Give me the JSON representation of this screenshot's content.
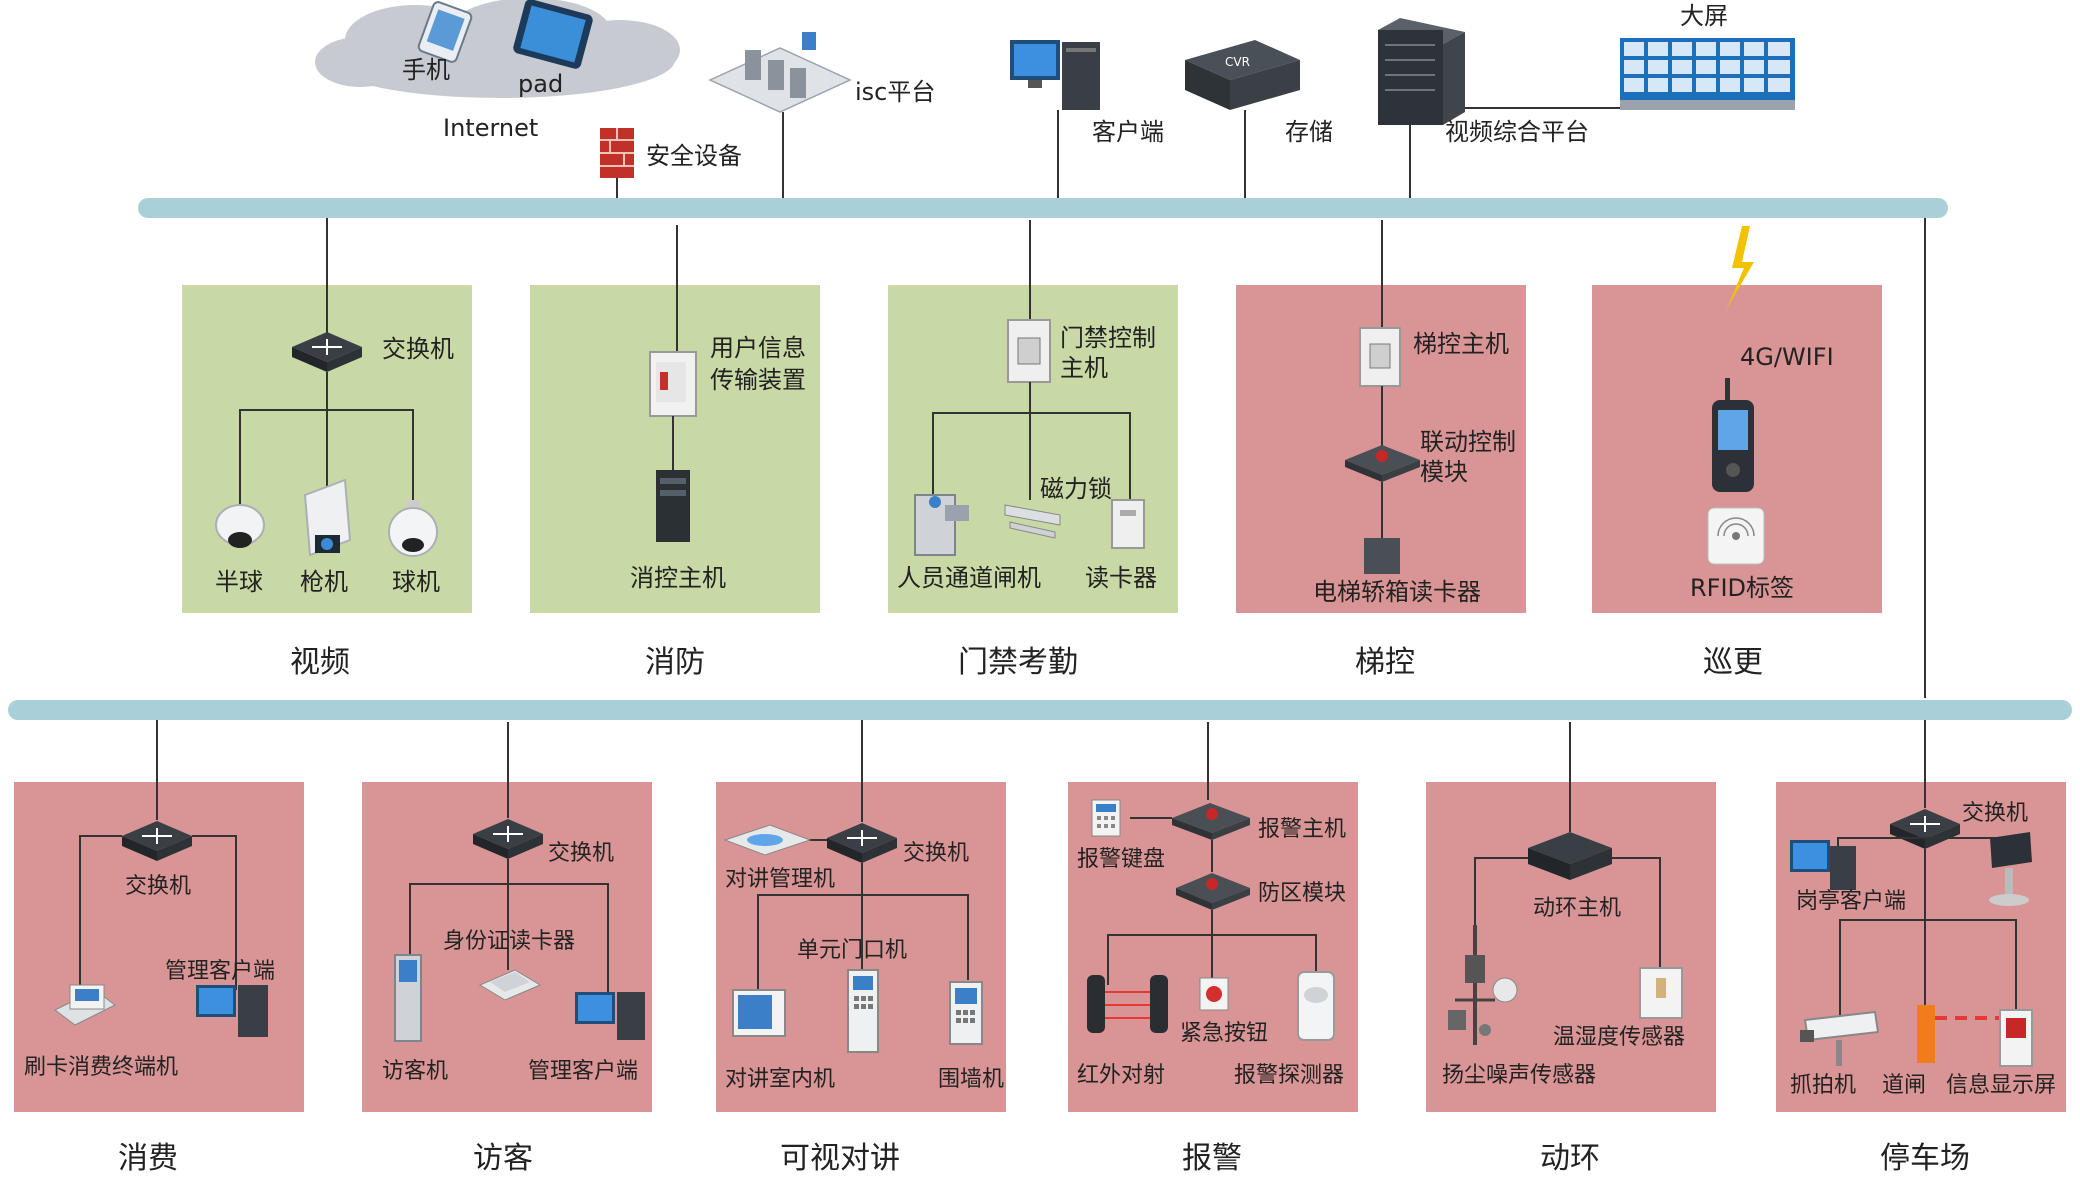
{
  "top": {
    "phone": "手机",
    "pad": "pad",
    "internet": "Internet",
    "isc": "isc平台",
    "security": "安全设备",
    "client": "客户端",
    "storage": "存储",
    "cvr": "CVR",
    "video_platform": "视频综合平台",
    "big_screen": "大屏"
  },
  "row1": {
    "video": {
      "caption": "视频",
      "switch": "交换机",
      "dome_half": "半球",
      "bullet": "枪机",
      "ptz": "球机"
    },
    "fire": {
      "caption": "消防",
      "transmitter_line1": "用户信息",
      "transmitter_line2": "传输装置",
      "host": "消控主机"
    },
    "access": {
      "caption": "门禁考勤",
      "controller_line1": "门禁控制",
      "controller_line2": "主机",
      "maglock": "磁力锁",
      "gate": "人员通道闸机",
      "reader": "读卡器"
    },
    "elevator": {
      "caption": "梯控",
      "host": "梯控主机",
      "module_line1": "联动控制",
      "module_line2": "模块",
      "reader": "电梯轿箱读卡器"
    },
    "patrol": {
      "caption": "巡更",
      "wireless": "4G/WIFI",
      "rfid": "RFID标签"
    }
  },
  "row2": {
    "consume": {
      "caption": "消费",
      "switch": "交换机",
      "client": "管理客户端",
      "terminal": "刷卡消费终端机"
    },
    "visitor": {
      "caption": "访客",
      "switch": "交换机",
      "idreader": "身份证读卡器",
      "kiosk": "访客机",
      "client": "管理客户端"
    },
    "intercom": {
      "caption": "可视对讲",
      "switch": "交换机",
      "manager": "对讲管理机",
      "unit": "单元门口机",
      "indoor": "对讲室内机",
      "wall": "围墙机"
    },
    "alarm": {
      "caption": "报警",
      "host": "报警主机",
      "keypad": "报警键盘",
      "zone": "防区模块",
      "ir": "红外对射",
      "button": "紧急按钮",
      "detector": "报警探测器"
    },
    "env": {
      "caption": "动环",
      "host": "动环主机",
      "th": "温湿度传感器",
      "dust": "扬尘噪声传感器"
    },
    "parking": {
      "caption": "停车场",
      "switch": "交换机",
      "booth": "岗亭客户端",
      "cam": "抓拍机",
      "barrier": "道闸",
      "display": "信息显示屏"
    }
  },
  "colors": {
    "bus": "#a9cfd9",
    "green_panel": "#c8d9a6",
    "red_panel": "#d99595"
  }
}
